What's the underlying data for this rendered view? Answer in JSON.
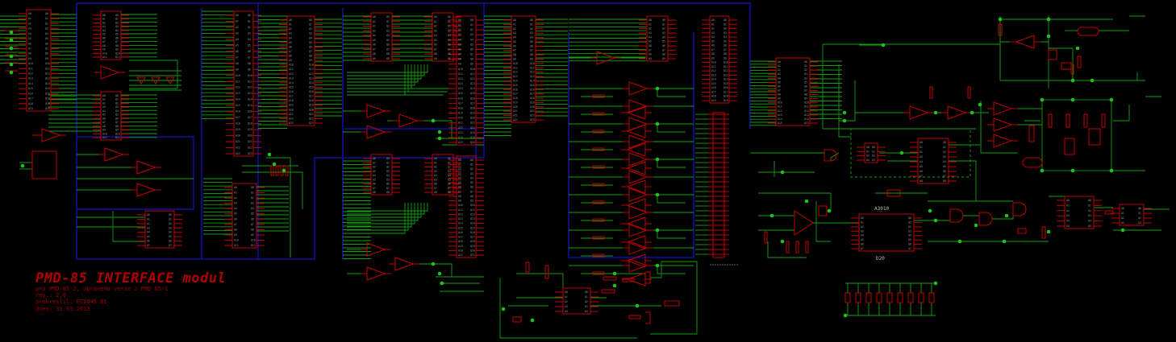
{
  "title": {
    "main": "PMD-85 INTERFACE modul",
    "lines": [
      "pro PMD 85-2, upravena verze z PMD 85-1",
      "rev.: 2.0",
      "prekreslil: ECI845.BI",
      "dnes: 31.03.2013"
    ]
  },
  "component_labels": {
    "a3010": "A3010",
    "d20": "D20"
  },
  "colors": {
    "background": "#000000",
    "wire": "#12a012",
    "part": "#c00000",
    "bus": "#1010a0",
    "junction": "#20c020",
    "label": "#b8b8b8"
  }
}
